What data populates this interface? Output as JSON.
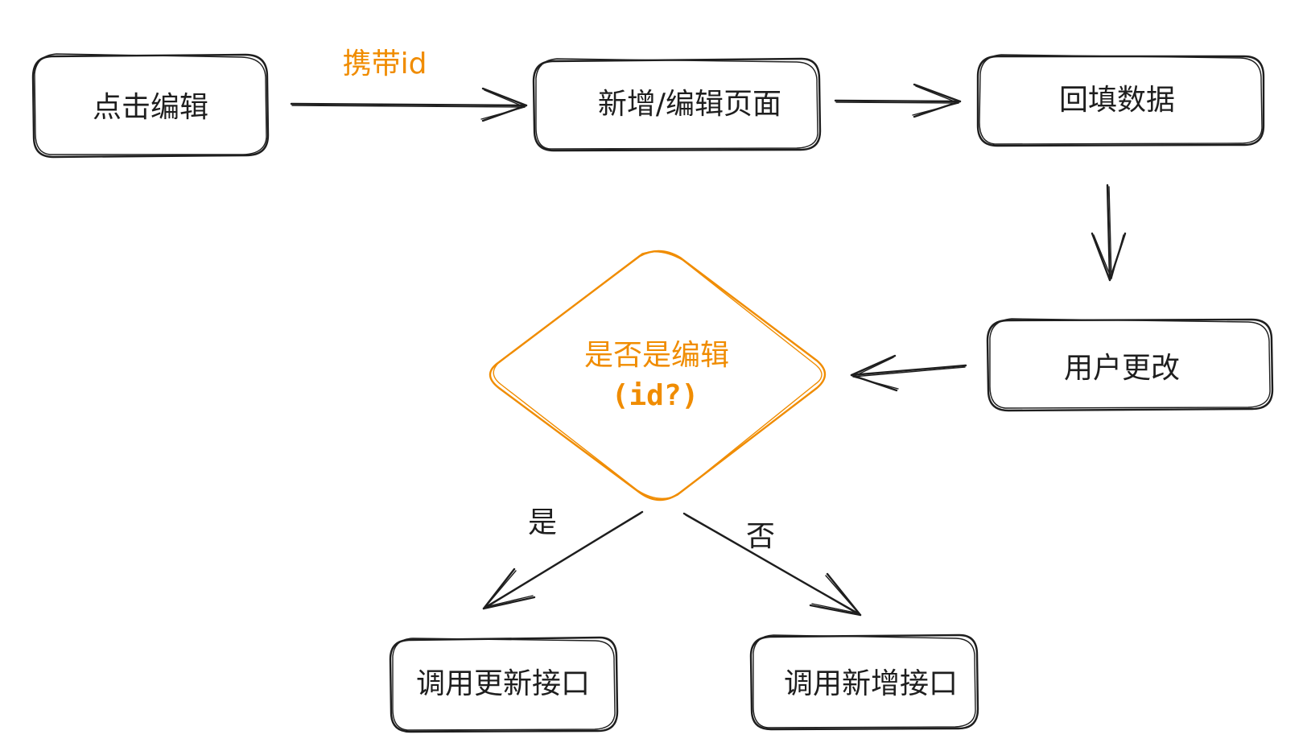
{
  "colors": {
    "stroke": "#1e1e1e",
    "accent": "#f08c00",
    "background": "#ffffff"
  },
  "nodes": {
    "click_edit": "点击编辑",
    "add_edit_page": "新增/编辑页面",
    "backfill_data": "回填数据",
    "user_change": "用户更改",
    "decision_line1": "是否是编辑",
    "decision_line2": "(id?)",
    "call_update": "调用更新接口",
    "call_add": "调用新增接口"
  },
  "edge_labels": {
    "carry_id": "携带id",
    "yes": "是",
    "no": "否"
  }
}
